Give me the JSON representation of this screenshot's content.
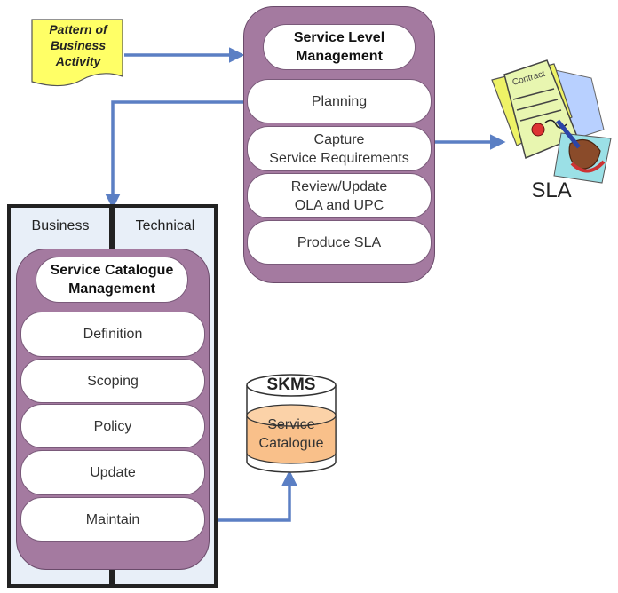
{
  "pattern_note": "Pattern of\nBusiness\nActivity",
  "slm": {
    "title": "Service Level\nManagement",
    "steps": [
      "Planning",
      "Capture\nService Requirements",
      "Review/Update\nOLA and UPC",
      "Produce SLA"
    ]
  },
  "sla_label": "SLA",
  "contract_word": "Contract",
  "catalogue_panel": {
    "col_business": "Business",
    "col_technical": "Technical",
    "title": "Service Catalogue\nManagement",
    "steps": [
      "Definition",
      "Scoping",
      "Policy",
      "Update",
      "Maintain"
    ]
  },
  "skms": {
    "title": "SKMS",
    "inner_label": "Service\nCatalogue"
  },
  "colors": {
    "purple": "#a47aa0",
    "arrow": "#5b7fc4",
    "note_yellow": "#ffff66",
    "panel_bg": "#e8eff8",
    "panel_border": "#222222",
    "db_orange": "#f9c08a"
  }
}
